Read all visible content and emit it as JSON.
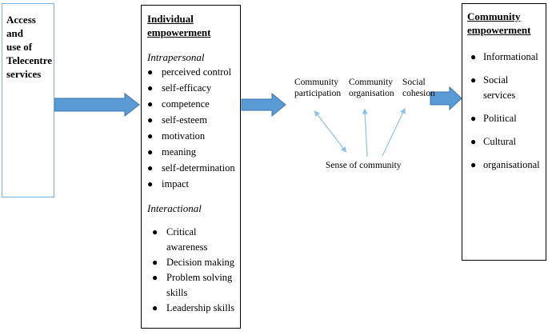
{
  "access_box": {
    "lines": [
      "Access and",
      "use of",
      "Telecentre",
      "services"
    ]
  },
  "individual_box": {
    "title_lines": [
      "Individual",
      "empowerment"
    ],
    "intrapersonal": {
      "heading": "Intrapersonal",
      "items": [
        "perceived control",
        "self-efficacy",
        "competence",
        "self-esteem",
        "motivation",
        "meaning",
        "self-determination",
        "impact"
      ]
    },
    "interactional": {
      "heading": "Interactional",
      "items": [
        "Critical awareness",
        "Decision making",
        "Problem solving skills",
        "Leadership skills"
      ]
    }
  },
  "middle": {
    "community_participation": [
      "Community",
      "participation"
    ],
    "community_organisation": [
      "Community",
      "organisation"
    ],
    "social_cohesion": [
      "Social",
      "cohesion"
    ],
    "sense_of_community": "Sense of community"
  },
  "community_box": {
    "title_lines": [
      "Community",
      "empowerment"
    ],
    "items": [
      "Informational",
      "Social services",
      "Political",
      "Cultural",
      "organisational"
    ]
  },
  "colors": {
    "arrow_fill": "#5b9bd5",
    "arrow_stroke": "#3a75b0",
    "thin_arrow": "#8dc3e8",
    "access_border": "#7fb2d8"
  }
}
